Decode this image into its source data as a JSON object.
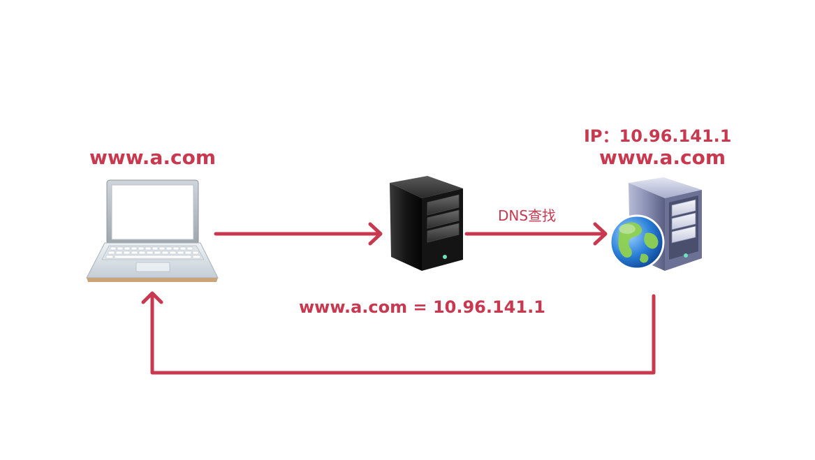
{
  "client": {
    "domain_label": "www.a.com"
  },
  "dns_server": {
    "lookup_label": "DNS查找"
  },
  "web_server": {
    "ip_label": "IP：10.96.141.1",
    "domain_label": "www.a.com"
  },
  "resolution": {
    "result_label": "www.a.com = 10.96.141.1"
  },
  "colors": {
    "accent": "#c8384f",
    "server_dark": "#1a1a1a",
    "server_light": "#8a90b8",
    "globe_blue": "#2a7fd8",
    "globe_land": "#8fd14f"
  },
  "icons": {
    "client": "laptop-icon",
    "dns_server": "dns-server-icon",
    "web_server": "web-server-icon",
    "globe": "globe-icon"
  }
}
